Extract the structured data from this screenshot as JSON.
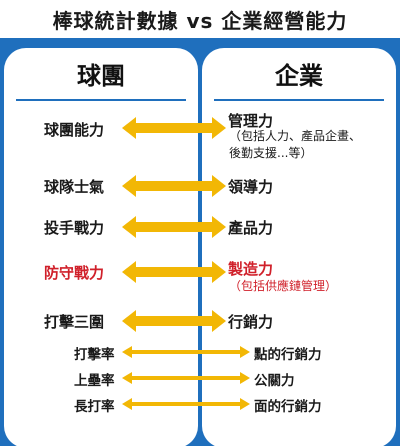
{
  "title": "棒球統計數據 vs 企業經營能力",
  "left_header": "球團",
  "right_header": "企業",
  "rows": [
    {
      "left": "球團能力",
      "right": "管理力",
      "right_sub": "（包括人力、產品企畫、",
      "right_sub2": "後勤支援...等）",
      "highlight": false
    },
    {
      "left": "球隊士氣",
      "right": "領導力",
      "highlight": false
    },
    {
      "left": "投手戰力",
      "right": "產品力",
      "highlight": false
    },
    {
      "left": "防守戰力",
      "right": "製造力",
      "right_sub": "（包括供應鏈管理）",
      "highlight": true
    },
    {
      "left": "打擊三圍",
      "right": "行銷力",
      "highlight": false
    },
    {
      "left": "打擊率",
      "right": "點的行銷力",
      "highlight": false
    },
    {
      "left": "上壘率",
      "right": "公關力",
      "highlight": false
    },
    {
      "left": "長打率",
      "right": "面的行銷力",
      "highlight": false
    }
  ],
  "colors": {
    "blue": "#1f6fbd",
    "arrow": "#f2b705",
    "highlight": "#d0202a"
  }
}
